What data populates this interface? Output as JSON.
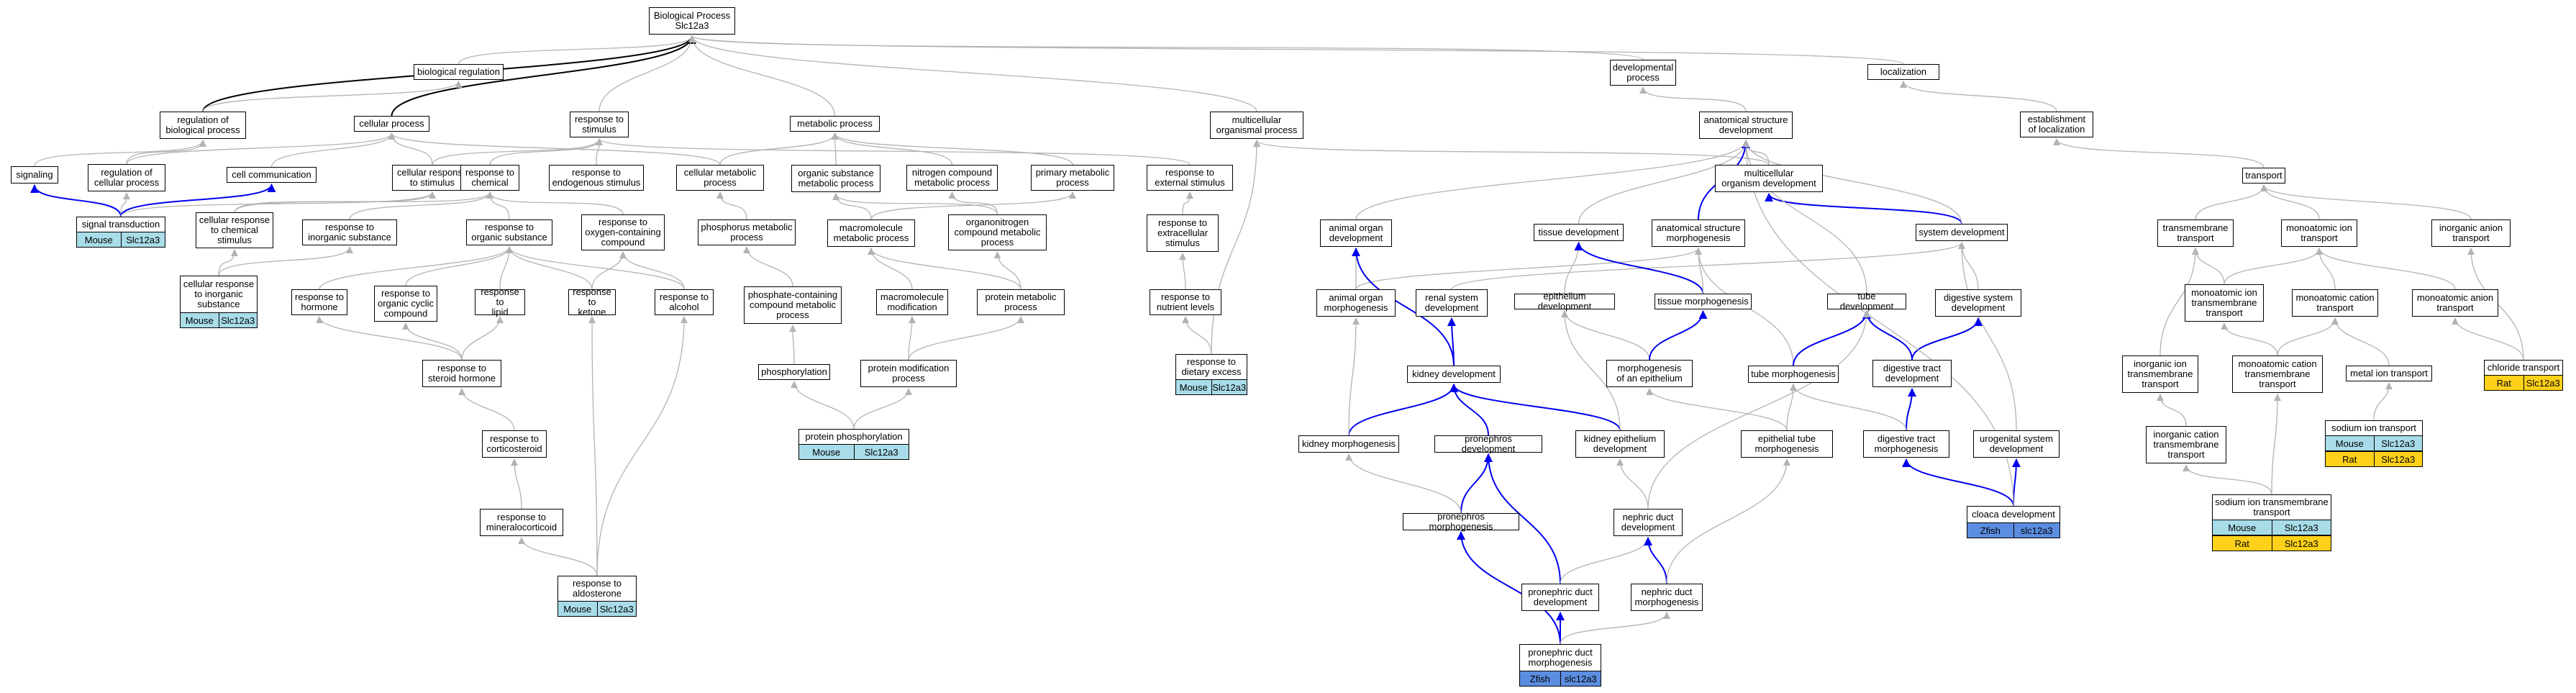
{
  "colors": {
    "edge_gray": "#b3b3b3",
    "edge_black": "#000000",
    "edge_blue": "#0000ee",
    "mouse": "#a8dce8",
    "rat": "#ffd11a",
    "zfish": "#5b8de0"
  },
  "nodes": {
    "bp": "Biological Process\nSlc12a3",
    "bioreg": "biological regulation",
    "devproc": "developmental\nprocess",
    "localization": "localization",
    "regbp": "regulation of\nbiological process",
    "cellproc": "cellular process",
    "respstim": "response to\nstimulus",
    "metproc": "metabolic process",
    "multorg": "multicellular\norganismal process",
    "anatdev": "anatomical structure\ndevelopment",
    "estloc": "establishment\nof localization",
    "signaling": "signaling",
    "regcell": "regulation of\ncellular process",
    "cellcomm": "cell communication",
    "cellresp": "cellular response\nto stimulus",
    "respchem": "response to\nchemical",
    "respendo": "response to\nendogenous stimulus",
    "cellmet": "cellular metabolic\nprocess",
    "orgsub": "organic substance\nmetabolic process",
    "nitro": "nitrogen compound\nmetabolic process",
    "primmet": "primary metabolic\nprocess",
    "respext": "response to\nexternal stimulus",
    "multdev": "multicellular\norganism development",
    "transport": "transport",
    "sigtrans": "signal transduction",
    "cellchem": "cellular response\nto chemical\nstimulus",
    "respinorg": "response to\ninorganic substance",
    "resporg": "response to\norganic substance",
    "respoxy": "response to\noxygen-containing\ncompound",
    "phosmet": "phosphorus metabolic\nprocess",
    "macro": "macromolecule\nmetabolic process",
    "orgnitro": "organonitrogen\ncompound metabolic\nprocess",
    "respextra": "response to\nextracellular\nstimulus",
    "animorgdev": "animal organ\ndevelopment",
    "tissdev": "tissue development",
    "anatmorph": "anatomical structure\nmorphogenesis",
    "sysdev": "system development",
    "tmtrans": "transmembrane\ntransport",
    "monoion": "monoatomic ion\ntransport",
    "inorganion": "inorganic anion\ntransport",
    "cellinorg": "cellular response\nto inorganic\nsubstance",
    "resphorm": "response to\nhormone",
    "resporgcyc": "response to\norganic cyclic\ncompound",
    "resplipid": "response to\nlipid",
    "respketone": "response to\nketone",
    "respalcohol": "response to\nalcohol",
    "phoscomp": "phosphate-containing\ncompound metabolic\nprocess",
    "macromod": "macromolecule\nmodification",
    "protmet": "protein metabolic\nprocess",
    "respnutr": "response to\nnutrient levels",
    "animorgmorph": "animal organ\nmorphogenesis",
    "renalsys": "renal system\ndevelopment",
    "epidev": "epithelium development",
    "tissmorph": "tissue morphogenesis",
    "tubedev": "tube development",
    "digsys": "digestive system\ndevelopment",
    "monoiontm": "monoatomic ion\ntransmembrane\ntransport",
    "monocat": "monoatomic cation\ntransport",
    "monoanion": "monoatomic anion\ntransport",
    "chloride": "chloride transport",
    "respsteroid": "response to\nsteroid hormone",
    "phosph": "phosphorylation",
    "protmod": "protein modification\nprocess",
    "respdiet": "response to\ndietary excess",
    "kidneydev": "kidney development",
    "morphepi": "morphogenesis\nof an epithelium",
    "tubemorph": "tube morphogenesis",
    "digtract": "digestive tract\ndevelopment",
    "inorgiontm": "inorganic ion\ntransmembrane\ntransport",
    "monocattm": "monoatomic cation\ntransmembrane\ntransport",
    "metalion": "metal ion transport",
    "respcort": "response to\ncorticosteroid",
    "protphos": "protein phosphorylation",
    "kidneymorph": "kidney morphogenesis",
    "pronephdev": "pronephros development",
    "kidneyepi": "kidney epithelium\ndevelopment",
    "epitube": "epithelial tube\nmorphogenesis",
    "digtractmorph": "digestive tract\nmorphogenesis",
    "urogen": "urogenital system\ndevelopment",
    "inorgcattm": "inorganic cation\ntransmembrane\ntransport",
    "sodium": "sodium ion transport",
    "respmineral": "response to\nmineralocorticoid",
    "pronephmorph": "pronephros morphogenesis",
    "nephduct": "nephric duct\ndevelopment",
    "cloaca": "cloaca development",
    "sodiumtm": "sodium ion transmembrane\ntransport",
    "respaldo": "response to\naldosterone",
    "pronephduct": "pronephric duct\ndevelopment",
    "nephductmorph": "nephric duct\nmorphogenesis",
    "pronephductmorph": "pronephric duct\nmorphogenesis"
  },
  "annotations": {
    "sigtrans": [
      [
        "Mouse",
        "Slc12a3"
      ]
    ],
    "cellinorg": [
      [
        "Mouse",
        "Slc12a3"
      ]
    ],
    "protphos": [
      [
        "Mouse",
        "Slc12a3"
      ]
    ],
    "respdiet": [
      [
        "Mouse",
        "Slc12a3"
      ]
    ],
    "respaldo": [
      [
        "Mouse",
        "Slc12a3"
      ]
    ],
    "cloaca": [
      [
        "Zfish",
        "slc12a3"
      ]
    ],
    "pronephductmorph": [
      [
        "Zfish",
        "slc12a3"
      ]
    ],
    "chloride": [
      [
        "Rat",
        "Slc12a3"
      ]
    ],
    "sodium": [
      [
        "Mouse",
        "Slc12a3"
      ],
      [
        "Rat",
        "Slc12a3"
      ]
    ],
    "sodiumtm": [
      [
        "Mouse",
        "Slc12a3"
      ],
      [
        "Rat",
        "Slc12a3"
      ]
    ]
  },
  "edges": [
    [
      "bioreg",
      "bp",
      "g"
    ],
    [
      "regbp",
      "bp",
      "k"
    ],
    [
      "cellproc",
      "bp",
      "k"
    ],
    [
      "respstim",
      "bp",
      "g"
    ],
    [
      "metproc",
      "bp",
      "g"
    ],
    [
      "multorg",
      "bp",
      "g"
    ],
    [
      "devproc",
      "bp",
      "g"
    ],
    [
      "localization",
      "bp",
      "g"
    ],
    [
      "regbp",
      "bioreg",
      "g"
    ],
    [
      "anatdev",
      "devproc",
      "g"
    ],
    [
      "estloc",
      "localization",
      "g"
    ],
    [
      "signaling",
      "regbp",
      "g"
    ],
    [
      "regcell",
      "regbp",
      "g"
    ],
    [
      "regcell",
      "cellproc",
      "g"
    ],
    [
      "cellcomm",
      "cellproc",
      "g"
    ],
    [
      "cellresp",
      "cellproc",
      "g"
    ],
    [
      "cellresp",
      "respstim",
      "g"
    ],
    [
      "respchem",
      "respstim",
      "g"
    ],
    [
      "respendo",
      "respstim",
      "g"
    ],
    [
      "cellmet",
      "cellproc",
      "g"
    ],
    [
      "cellmet",
      "metproc",
      "g"
    ],
    [
      "orgsub",
      "metproc",
      "g"
    ],
    [
      "nitro",
      "metproc",
      "g"
    ],
    [
      "primmet",
      "metproc",
      "g"
    ],
    [
      "respext",
      "respstim",
      "g"
    ],
    [
      "multdev",
      "multorg",
      "g"
    ],
    [
      "multdev",
      "anatdev",
      "g"
    ],
    [
      "transport",
      "estloc",
      "g"
    ],
    [
      "sigtrans",
      "signaling",
      "b"
    ],
    [
      "sigtrans",
      "regcell",
      "g"
    ],
    [
      "sigtrans",
      "cellcomm",
      "b"
    ],
    [
      "sigtrans",
      "cellresp",
      "g"
    ],
    [
      "cellchem",
      "cellresp",
      "g"
    ],
    [
      "cellchem",
      "respchem",
      "g"
    ],
    [
      "respinorg",
      "respchem",
      "g"
    ],
    [
      "resporg",
      "respchem",
      "g"
    ],
    [
      "respoxy",
      "respchem",
      "g"
    ],
    [
      "phosmet",
      "cellmet",
      "g"
    ],
    [
      "macro",
      "orgsub",
      "g"
    ],
    [
      "macro",
      "primmet",
      "g"
    ],
    [
      "orgnitro",
      "orgsub",
      "g"
    ],
    [
      "orgnitro",
      "nitro",
      "g"
    ],
    [
      "respextra",
      "respext",
      "g"
    ],
    [
      "animorgdev",
      "anatdev",
      "g"
    ],
    [
      "tissdev",
      "anatdev",
      "g"
    ],
    [
      "anatmorph",
      "anatdev",
      "b"
    ],
    [
      "sysdev",
      "multdev",
      "b"
    ],
    [
      "sysdev",
      "anatdev",
      "g"
    ],
    [
      "tmtrans",
      "transport",
      "g"
    ],
    [
      "monoion",
      "transport",
      "g"
    ],
    [
      "inorganion",
      "transport",
      "g"
    ],
    [
      "cellinorg",
      "cellchem",
      "g"
    ],
    [
      "cellinorg",
      "respinorg",
      "g"
    ],
    [
      "resphorm",
      "resporg",
      "g"
    ],
    [
      "resporgcyc",
      "resporg",
      "g"
    ],
    [
      "resplipid",
      "resporg",
      "g"
    ],
    [
      "respketone",
      "resporg",
      "g"
    ],
    [
      "respketone",
      "respoxy",
      "g"
    ],
    [
      "respalcohol",
      "respoxy",
      "g"
    ],
    [
      "respalcohol",
      "resporg",
      "g"
    ],
    [
      "phoscomp",
      "phosmet",
      "g"
    ],
    [
      "macromod",
      "macro",
      "g"
    ],
    [
      "protmet",
      "macro",
      "g"
    ],
    [
      "protmet",
      "orgnitro",
      "g"
    ],
    [
      "respnutr",
      "respextra",
      "g"
    ],
    [
      "animorgmorph",
      "animorgdev",
      "g"
    ],
    [
      "animorgmorph",
      "anatmorph",
      "g"
    ],
    [
      "renalsys",
      "sysdev",
      "g"
    ],
    [
      "epidev",
      "tissdev",
      "g"
    ],
    [
      "tissmorph",
      "tissdev",
      "b"
    ],
    [
      "tissmorph",
      "anatmorph",
      "g"
    ],
    [
      "tubedev",
      "anatdev",
      "g"
    ],
    [
      "digsys",
      "sysdev",
      "g"
    ],
    [
      "monoiontm",
      "monoion",
      "g"
    ],
    [
      "monoiontm",
      "tmtrans",
      "g"
    ],
    [
      "monocat",
      "monoion",
      "g"
    ],
    [
      "monoanion",
      "monoion",
      "g"
    ],
    [
      "chloride",
      "monoanion",
      "g"
    ],
    [
      "chloride",
      "inorganion",
      "g"
    ],
    [
      "respsteroid",
      "resphorm",
      "g"
    ],
    [
      "respsteroid",
      "resplipid",
      "g"
    ],
    [
      "respsteroid",
      "resporgcyc",
      "g"
    ],
    [
      "phosph",
      "phoscomp",
      "g"
    ],
    [
      "protmod",
      "macromod",
      "g"
    ],
    [
      "protmod",
      "protmet",
      "g"
    ],
    [
      "respdiet",
      "respnutr",
      "g"
    ],
    [
      "kidneydev",
      "animorgdev",
      "b"
    ],
    [
      "kidneydev",
      "renalsys",
      "b"
    ],
    [
      "morphepi",
      "epidev",
      "g"
    ],
    [
      "morphepi",
      "tissmorph",
      "b"
    ],
    [
      "tubemorph",
      "anatmorph",
      "g"
    ],
    [
      "tubemorph",
      "tubedev",
      "b"
    ],
    [
      "digtract",
      "digsys",
      "b"
    ],
    [
      "digtract",
      "tubedev",
      "b"
    ],
    [
      "inorgiontm",
      "tmtrans",
      "g"
    ],
    [
      "monocattm",
      "monocat",
      "g"
    ],
    [
      "monocattm",
      "monoiontm",
      "g"
    ],
    [
      "metalion",
      "monocat",
      "g"
    ],
    [
      "respcort",
      "respsteroid",
      "g"
    ],
    [
      "protphos",
      "phosph",
      "g"
    ],
    [
      "protphos",
      "protmod",
      "g"
    ],
    [
      "respdiet",
      "multorg",
      "g"
    ],
    [
      "kidneymorph",
      "kidneydev",
      "b"
    ],
    [
      "kidneymorph",
      "animorgmorph",
      "g"
    ],
    [
      "pronephdev",
      "kidneydev",
      "b"
    ],
    [
      "kidneyepi",
      "kidneydev",
      "b"
    ],
    [
      "kidneyepi",
      "epidev",
      "g"
    ],
    [
      "epitube",
      "tubemorph",
      "g"
    ],
    [
      "epitube",
      "morphepi",
      "g"
    ],
    [
      "digtractmorph",
      "digtract",
      "b"
    ],
    [
      "digtractmorph",
      "tubemorph",
      "g"
    ],
    [
      "urogen",
      "sysdev",
      "g"
    ],
    [
      "inorgcattm",
      "inorgiontm",
      "g"
    ],
    [
      "sodium",
      "metalion",
      "g"
    ],
    [
      "respmineral",
      "respcort",
      "g"
    ],
    [
      "pronephmorph",
      "pronephdev",
      "b"
    ],
    [
      "pronephmorph",
      "kidneymorph",
      "g"
    ],
    [
      "nephduct",
      "kidneyepi",
      "g"
    ],
    [
      "nephduct",
      "tubedev",
      "g"
    ],
    [
      "cloaca",
      "digtractmorph",
      "b"
    ],
    [
      "cloaca",
      "urogen",
      "b"
    ],
    [
      "cloaca",
      "anatdev",
      "g"
    ],
    [
      "sodiumtm",
      "monocattm",
      "g"
    ],
    [
      "sodiumtm",
      "inorgcattm",
      "g"
    ],
    [
      "respaldo",
      "respmineral",
      "g"
    ],
    [
      "respaldo",
      "respalcohol",
      "g"
    ],
    [
      "respaldo",
      "respketone",
      "g"
    ],
    [
      "pronephduct",
      "pronephdev",
      "b"
    ],
    [
      "pronephduct",
      "nephduct",
      "g"
    ],
    [
      "nephductmorph",
      "nephduct",
      "b"
    ],
    [
      "nephductmorph",
      "epitube",
      "g"
    ],
    [
      "pronephductmorph",
      "pronephduct",
      "b"
    ],
    [
      "pronephductmorph",
      "pronephmorph",
      "b"
    ],
    [
      "pronephductmorph",
      "nephductmorph",
      "g"
    ]
  ]
}
